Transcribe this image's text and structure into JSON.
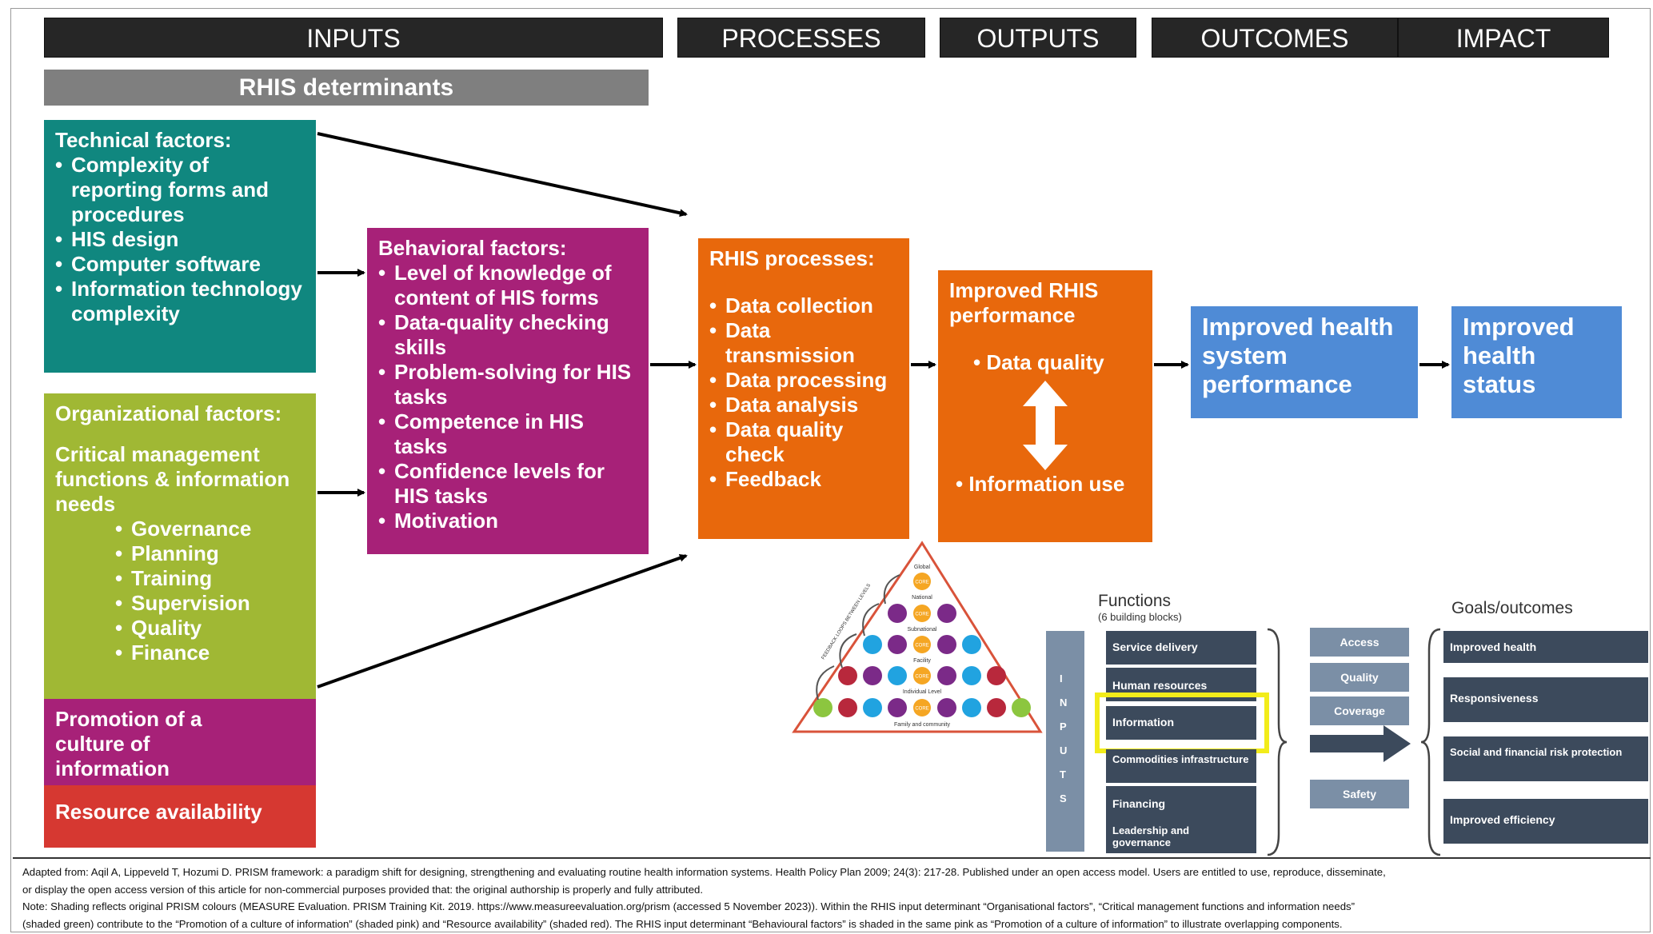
{
  "stages": [
    "INPUTS",
    "PROCESSES",
    "OUTPUTS",
    "OUTCOMES",
    "IMPACT"
  ],
  "determinants_title": "RHIS determinants",
  "technical": {
    "title": "Technical factors:",
    "items": [
      "Complexity of reporting forms and procedures",
      "HIS design",
      "Computer software",
      "Information technology complexity"
    ]
  },
  "organizational": {
    "title": "Organizational factors:",
    "subtitle": "Critical management functions & information needs",
    "items": [
      "Governance",
      "Planning",
      "Training",
      "Supervision",
      "Quality",
      "Finance"
    ]
  },
  "culture": "Promotion of a culture of information",
  "resource": "Resource availability",
  "behavioral": {
    "title": "Behavioral factors:",
    "items": [
      "Level of knowledge of content of HIS forms",
      "Data-quality checking skills",
      "Problem-solving for HIS tasks",
      "Competence in HIS tasks",
      "Confidence levels for HIS tasks",
      "Motivation"
    ]
  },
  "processes": {
    "title": "RHIS processes:",
    "items": [
      "Data collection",
      "Data transmission",
      "Data processing",
      "Data analysis",
      "Data quality check",
      "Feedback"
    ]
  },
  "performance": {
    "title": "Improved RHIS performance",
    "item1": "Data quality",
    "item2": "Information use"
  },
  "health_system": "Improved health system performance",
  "health_status": "Improved health status",
  "pyramid": {
    "levels": [
      "Global",
      "National",
      "Subnational",
      "Facility",
      "Individual Level",
      "Family and community"
    ],
    "node_label": "CORE",
    "side_label": "FEEDBACK LOOPS BETWEEN LEVELS"
  },
  "who": {
    "functions_title": "Functions",
    "functions_sub": "(6 building blocks)",
    "inputs_letters": [
      "I",
      "N",
      "P",
      "U",
      "T",
      "S"
    ],
    "blocks": [
      "Service delivery",
      "Human resources",
      "Information",
      "Commodities infrastructure",
      "Financing",
      "Leadership and governance"
    ],
    "middle": [
      "Access",
      "Quality",
      "Coverage",
      "Safety"
    ],
    "goals_title": "Goals/outcomes",
    "goals": [
      "Improved health",
      "Responsiveness",
      "Social and financial risk protection",
      "Improved efficiency"
    ]
  },
  "footnote": {
    "line1": "Adapted from: Aqil A, Lippeveld T, Hozumi D. PRISM framework: a paradigm shift for designing, strengthening and evaluating routine health information systems. Health Policy Plan 2009; 24(3): 217-28. Published under an open access model. Users are entitled to use, reproduce, disseminate,",
    "line2": "or display the open access version of this article for non-commercial purposes provided that: the original authorship is properly and fully attributed.",
    "line3": "Note: Shading reflects original PRISM colours (MEASURE Evaluation. PRISM Training Kit. 2019. https://www.measureevaluation.org/prism (accessed 5 November 2023)). Within the RHIS input determinant “Organisational factors”, “Critical management functions and information needs”",
    "line4": "(shaded green) contribute to the “Promotion of a culture of information” (shaded pink) and “Resource availability” (shaded red). The RHIS input determinant “Behavioural factors” is shaded in the same pink as “Promotion of a culture of information” to illustrate overlapping components."
  },
  "colors": {
    "teal": "#10877f",
    "green": "#a0b834",
    "magenta": "#a72178",
    "red": "#d63831",
    "orange": "#e8680c",
    "blue": "#4f8bd6",
    "dark": "#262626",
    "gray": "#7f7f7f"
  }
}
